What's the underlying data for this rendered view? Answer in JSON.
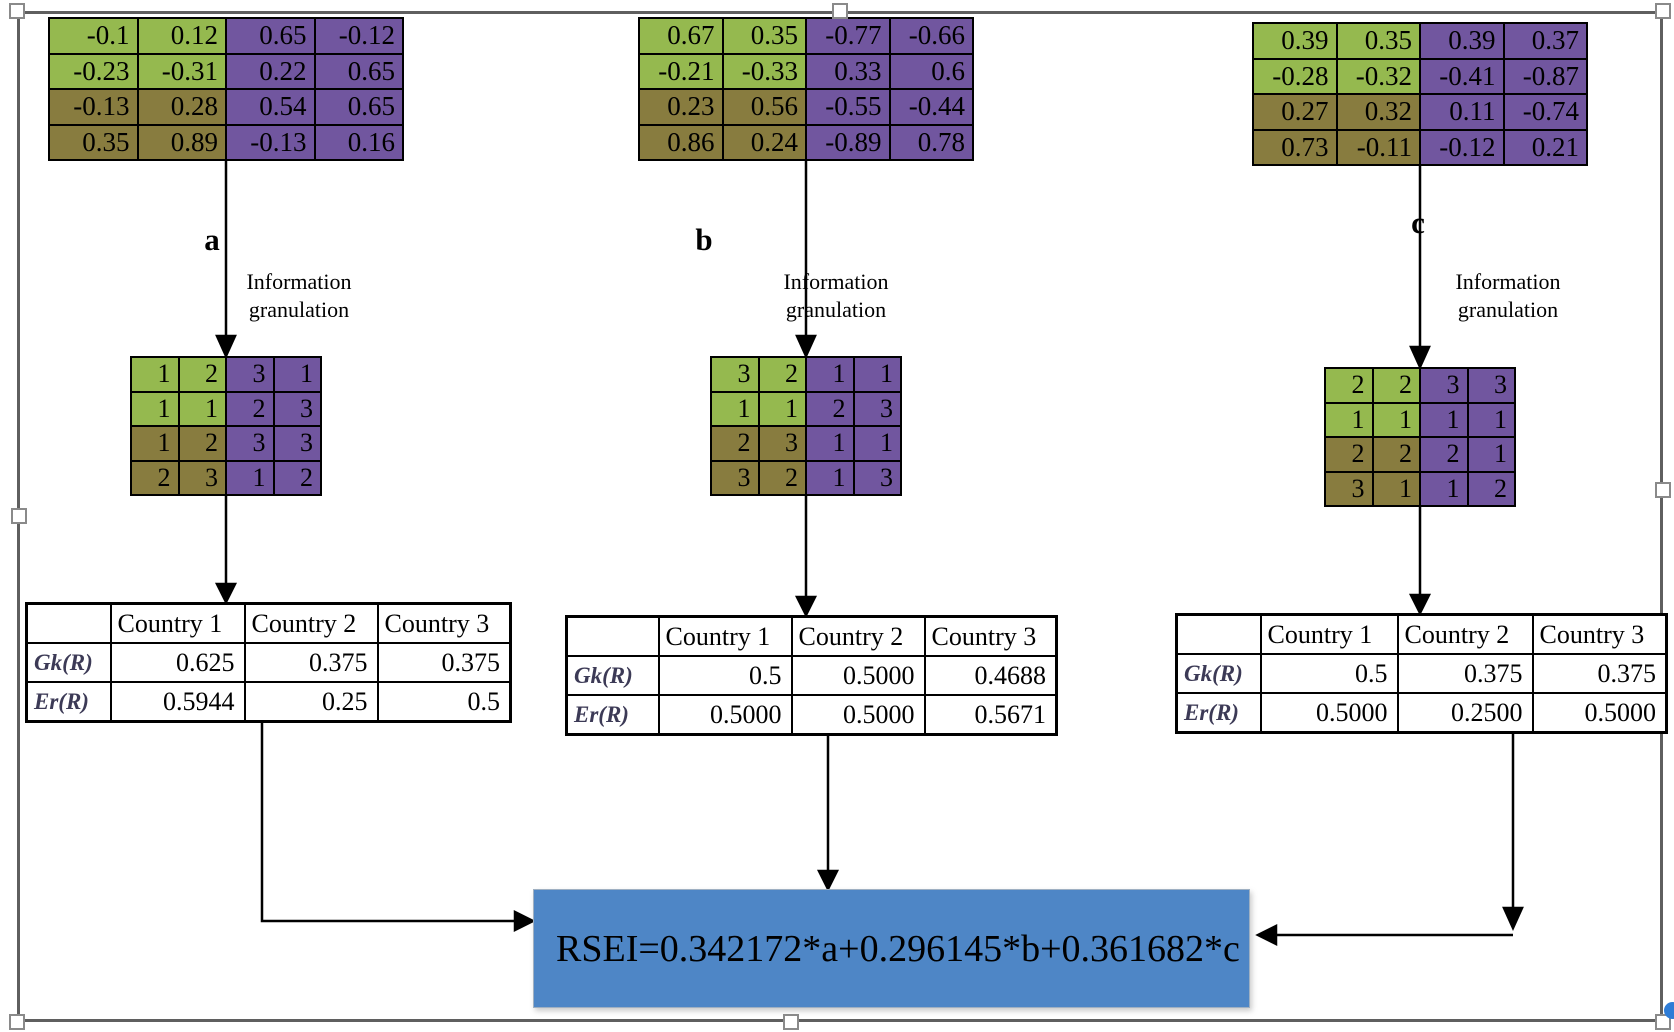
{
  "figure_type": "information-granulation-flowchart",
  "columns": [
    {
      "label": "a",
      "info_lines": [
        "Information",
        "granulation"
      ],
      "matrix": [
        [
          "-0.1",
          "0.12",
          "0.65",
          "-0.12"
        ],
        [
          "-0.23",
          "-0.31",
          "0.22",
          "0.65"
        ],
        [
          "-0.13",
          "0.28",
          "0.54",
          "0.65"
        ],
        [
          "0.35",
          "0.89",
          "-0.13",
          "0.16"
        ]
      ],
      "granulated": [
        [
          "1",
          "2",
          "3",
          "1"
        ],
        [
          "1",
          "1",
          "2",
          "3"
        ],
        [
          "1",
          "2",
          "3",
          "3"
        ],
        [
          "2",
          "3",
          "1",
          "2"
        ]
      ],
      "table": {
        "headers": [
          "",
          "Country 1",
          "Country 2",
          "Country 3"
        ],
        "rows": [
          {
            "label": "Gk(R)",
            "values": [
              "0.625",
              "0.375",
              "0.375"
            ]
          },
          {
            "label": "Er(R)",
            "values": [
              "0.5944",
              "0.25",
              "0.5"
            ]
          }
        ]
      }
    },
    {
      "label": "b",
      "info_lines": [
        "Information",
        "granulation"
      ],
      "matrix": [
        [
          "0.67",
          "0.35",
          "-0.77",
          "-0.66"
        ],
        [
          "-0.21",
          "-0.33",
          "0.33",
          "0.6"
        ],
        [
          "0.23",
          "0.56",
          "-0.55",
          "-0.44"
        ],
        [
          "0.86",
          "0.24",
          "-0.89",
          "0.78"
        ]
      ],
      "granulated": [
        [
          "3",
          "2",
          "1",
          "1"
        ],
        [
          "1",
          "1",
          "2",
          "3"
        ],
        [
          "2",
          "3",
          "1",
          "1"
        ],
        [
          "3",
          "2",
          "1",
          "3"
        ]
      ],
      "table": {
        "headers": [
          "",
          "Country 1",
          "Country 2",
          "Country 3"
        ],
        "rows": [
          {
            "label": "Gk(R)",
            "values": [
              "0.5",
              "0.5000",
              "0.4688"
            ]
          },
          {
            "label": "Er(R)",
            "values": [
              "0.5000",
              "0.5000",
              "0.5671"
            ]
          }
        ]
      }
    },
    {
      "label": "c",
      "info_lines": [
        "Information",
        "granulation"
      ],
      "matrix": [
        [
          "0.39",
          "0.35",
          "0.39",
          "0.37"
        ],
        [
          "-0.28",
          "-0.32",
          "-0.41",
          "-0.87"
        ],
        [
          "0.27",
          "0.32",
          "0.11",
          "-0.74"
        ],
        [
          "0.73",
          "-0.11",
          "-0.12",
          "0.21"
        ]
      ],
      "granulated": [
        [
          "2",
          "2",
          "3",
          "3"
        ],
        [
          "1",
          "1",
          "1",
          "1"
        ],
        [
          "2",
          "2",
          "2",
          "1"
        ],
        [
          "3",
          "1",
          "1",
          "2"
        ]
      ],
      "table": {
        "headers": [
          "",
          "Country 1",
          "Country 2",
          "Country 3"
        ],
        "rows": [
          {
            "label": "Gk(R)",
            "values": [
              "0.5",
              "0.375",
              "0.375"
            ]
          },
          {
            "label": "Er(R)",
            "values": [
              "0.5000",
              "0.2500",
              "0.5000"
            ]
          }
        ]
      }
    }
  ],
  "result_box": {
    "formula": "RSEI=0.342172*a+0.296145*b+0.361682*c"
  },
  "colors": {
    "green": "#95B94F",
    "olive": "#887C3F",
    "purple": "#71569F",
    "result_blue": "#4E86C6"
  }
}
